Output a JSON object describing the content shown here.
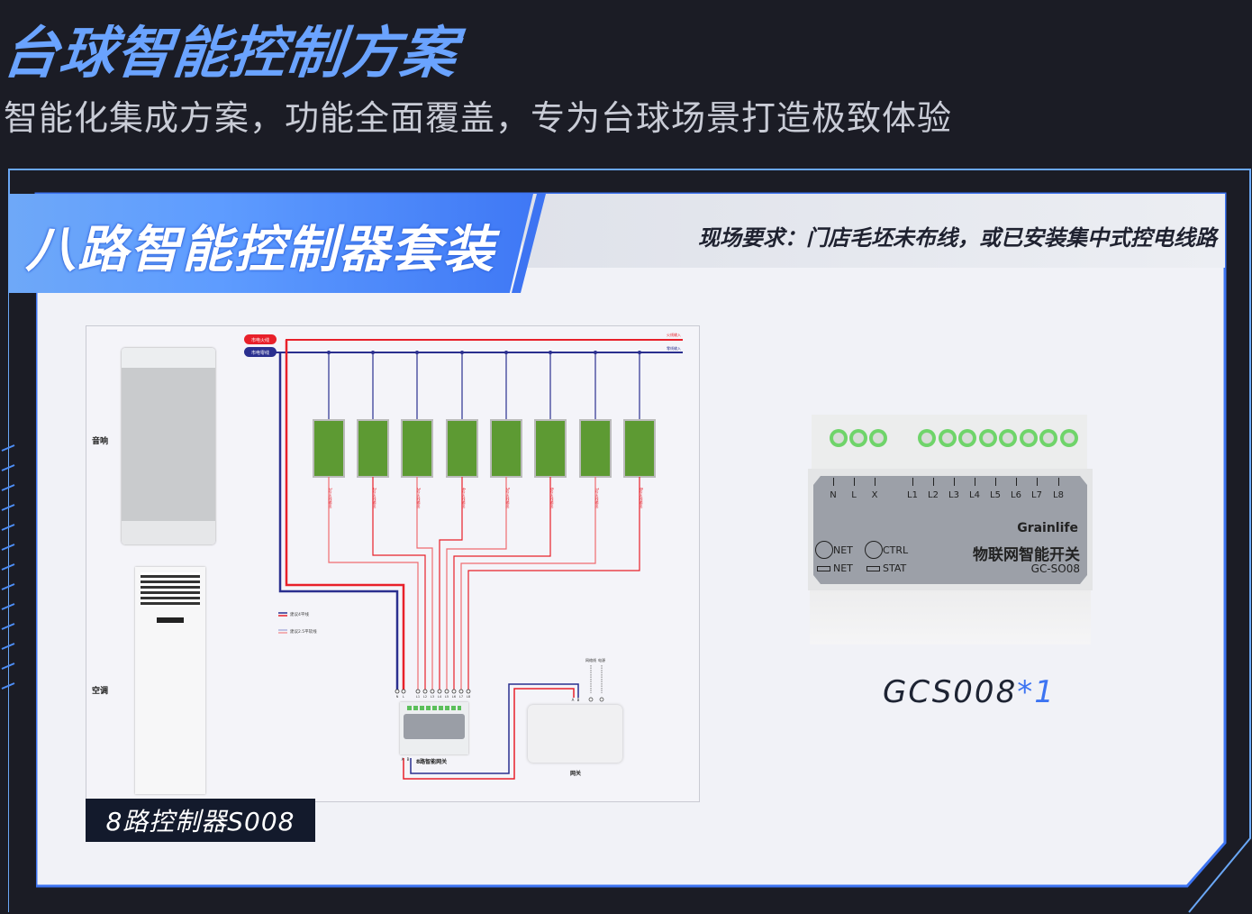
{
  "header": {
    "title": "台球智能控制方案",
    "subtitle": "智能化集成方案，功能全面覆盖，专为台球场景打造极致体验"
  },
  "section": {
    "title": "八路智能控制器套装",
    "requirement": "现场要求：门店毛坯未布线，或已安装集中式控电线路"
  },
  "diagram": {
    "live_label": "市电火线",
    "neutral_label": "市电零线",
    "live_in": "火线输入",
    "neutral_in": "零线输入",
    "outputs": [
      "1号火线输出",
      "2号火线输出",
      "3号火线输出",
      "4号火线输出",
      "5号火线输出",
      "6号火线输出",
      "7号火线输出",
      "8号火线输出"
    ],
    "speaker_label": "音响",
    "ac_label": "空调",
    "legend": [
      "建议4平线",
      "建议2.5平软线"
    ],
    "terminals": [
      "N",
      "L",
      "L1",
      "L2",
      "L3",
      "L4",
      "L5",
      "L6",
      "L7",
      "L8"
    ],
    "controller_label": "8路智能网关",
    "gateway_label": "网关",
    "gateway_ports": [
      "A",
      "B"
    ],
    "gateway_inputs": [
      "网络线",
      "电源"
    ],
    "bus_ports": [
      "A",
      "B"
    ],
    "product_label": "8路控制器S008"
  },
  "device": {
    "terminals": [
      "N",
      "L",
      "X",
      "L1",
      "L2",
      "L3",
      "L4",
      "L5",
      "L6",
      "L7",
      "L8"
    ],
    "brand": "Grainlife",
    "name": "物联网智能开关",
    "model": "GC-SO08",
    "indicators": [
      "NET",
      "CTRL"
    ],
    "leds": [
      "NET",
      "STAT"
    ]
  },
  "caption": {
    "model": "GCS008",
    "qty": "*1"
  },
  "colors": {
    "accent": "#3d74f2",
    "live": "#e8202a",
    "neutral": "#2a2f8f",
    "bg": "#1b1c25"
  }
}
